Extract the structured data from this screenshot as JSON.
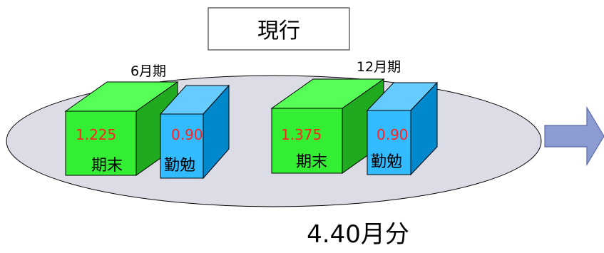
{
  "title": "現行",
  "groups": [
    {
      "period": "6月期",
      "kimatsu": {
        "value": "1.225",
        "label": "期末"
      },
      "kinben": {
        "value": "0.90",
        "label": "勤勉"
      }
    },
    {
      "period": "12月期",
      "kimatsu": {
        "value": "1.375",
        "label": "期末"
      },
      "kinben": {
        "value": "0.90",
        "label": "勤勉"
      }
    }
  ],
  "total": "4.40月分",
  "colors": {
    "ellipse_fill": "#dcdce6",
    "kimatsu_front": "#33ee33",
    "kimatsu_top": "#55ff55",
    "kimatsu_side": "#1faa1f",
    "kinben_front": "#33bbff",
    "kinben_top": "#66ccff",
    "kinben_side": "#0088cc",
    "value_text": "#ff2222",
    "arrow_fill": "#8c9bd2",
    "arrow_stroke": "#5a6aaa"
  }
}
